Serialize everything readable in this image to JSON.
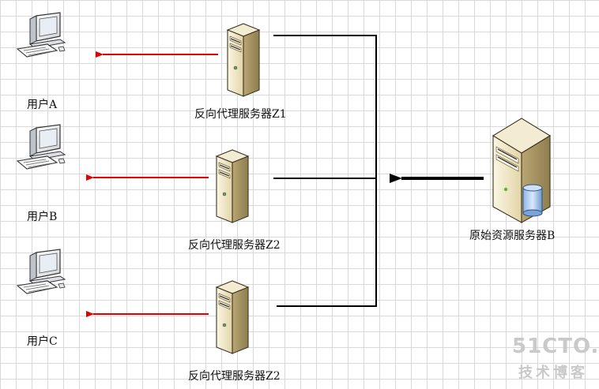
{
  "diagram": {
    "users": [
      {
        "label": "用户A"
      },
      {
        "label": "用户B"
      },
      {
        "label": "用户C"
      }
    ],
    "proxies": [
      {
        "label": "反向代理服务器Z1"
      },
      {
        "label": "反向代理服务器Z2"
      },
      {
        "label": "反向代理服务器Z2"
      }
    ],
    "origin": {
      "label": "原始资源服务器B"
    },
    "colors": {
      "request_arrow": "#e00000",
      "connector": "#000000",
      "server_body": "#efe6c8",
      "server_shade": "#c9b98a"
    },
    "icons": {
      "user": "computer-icon",
      "proxy": "server-tower-icon",
      "origin": "database-server-icon"
    }
  },
  "watermark": {
    "line1": "51CTO.",
    "line2": "技术博客"
  }
}
